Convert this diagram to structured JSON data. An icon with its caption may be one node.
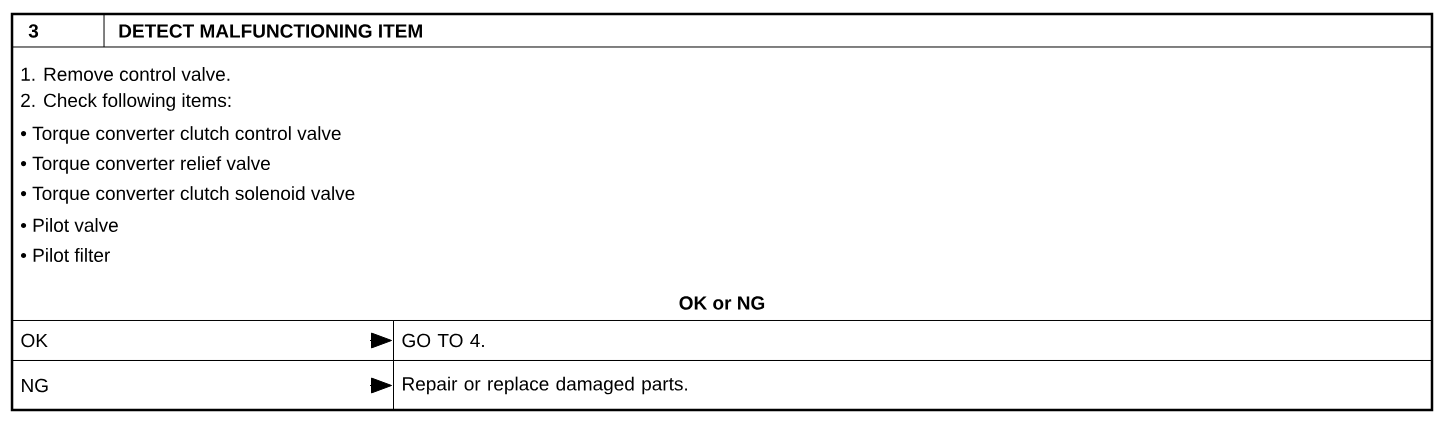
{
  "diagram": {
    "title": "DETECT MALFUNCTIONING ITEM",
    "nodes": [
      {
        "text": [
          "OK"
        ]
      },
      {
        "text": [
          "GO TO 4."
        ]
      },
      {
        "text": [
          "NG"
        ]
      },
      {
        "text": [
          "Repair or replace damaged parts."
        ]
      }
    ],
    "edges": [
      {
        "from": 0,
        "to": 1,
        "arrow": "to"
      },
      {
        "from": 2,
        "to": 3,
        "arrow": "to"
      }
    ],
    "labels": [
      "3",
      "1. Remove control valve.",
      "2. Check following items:",
      "• Torque converter clutch control valve",
      "• Torque converter relief valve",
      "• Torque converter clutch solenoid valve",
      "• Pilot valve",
      "• Pilot filter",
      "OK or NG"
    ]
  }
}
